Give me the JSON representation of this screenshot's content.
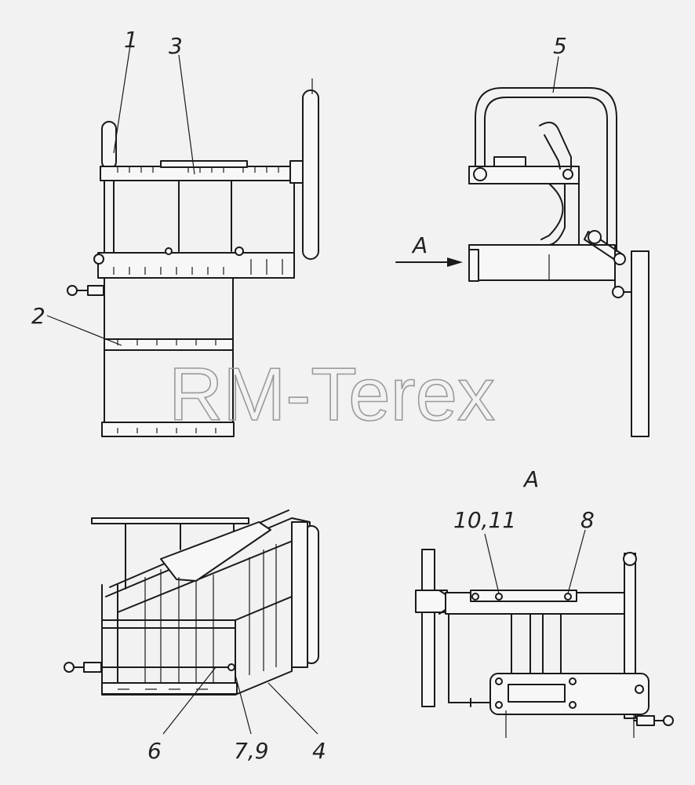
{
  "watermark": "RM-Terex",
  "view_label": "A",
  "arrow_label": "A",
  "callouts": {
    "c1": "1",
    "c2": "2",
    "c3": "3",
    "c4": "4",
    "c5": "5",
    "c6": "6",
    "c79": "7,9",
    "c8": "8",
    "c1011": "10,11"
  }
}
